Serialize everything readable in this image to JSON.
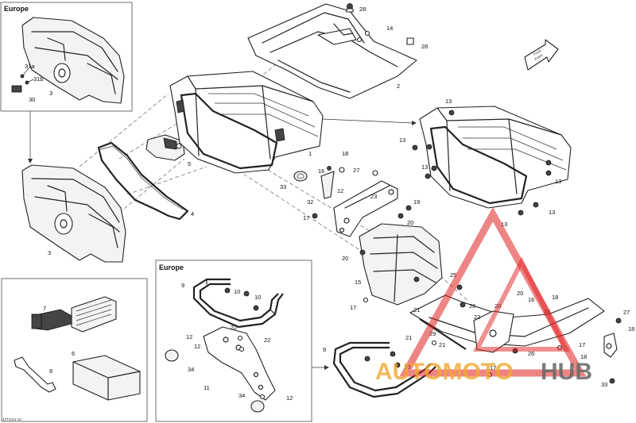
{
  "insets": {
    "top_left": {
      "header": "Europe"
    },
    "bottom_middle": {
      "header": "Europe"
    }
  },
  "direction_arrow": {
    "line1": "Front",
    "line2": "Avant"
  },
  "doc_code": "42T1011 10",
  "watermark": {
    "part_a": "AUTOMOTO",
    "part_b": "HUB"
  },
  "callouts": [
    {
      "id": "c28a",
      "text": "28"
    },
    {
      "id": "c14",
      "text": "14"
    },
    {
      "id": "c28b",
      "text": "28"
    },
    {
      "id": "c2",
      "text": "2"
    },
    {
      "id": "c31a",
      "text": "31a"
    },
    {
      "id": "c31b",
      "text": "31b"
    },
    {
      "id": "c3a",
      "text": "3"
    },
    {
      "id": "c30",
      "text": "30"
    },
    {
      "id": "c1",
      "text": "1"
    },
    {
      "id": "c5",
      "text": "5"
    },
    {
      "id": "c4",
      "text": "4"
    },
    {
      "id": "c3b",
      "text": "3"
    },
    {
      "id": "c18a",
      "text": "18"
    },
    {
      "id": "c16a",
      "text": "16"
    },
    {
      "id": "c27a",
      "text": "27"
    },
    {
      "id": "c33a",
      "text": "33"
    },
    {
      "id": "c12a",
      "text": "12"
    },
    {
      "id": "c32",
      "text": "32"
    },
    {
      "id": "c23",
      "text": "23"
    },
    {
      "id": "c19",
      "text": "19"
    },
    {
      "id": "c17a",
      "text": "17"
    },
    {
      "id": "c20a",
      "text": "20"
    },
    {
      "id": "c20b",
      "text": "20"
    },
    {
      "id": "c15",
      "text": "15"
    },
    {
      "id": "c17b",
      "text": "17"
    },
    {
      "id": "c13a",
      "text": "13"
    },
    {
      "id": "c13b",
      "text": "13"
    },
    {
      "id": "c13c",
      "text": "13"
    },
    {
      "id": "c13d",
      "text": "13"
    },
    {
      "id": "c13e",
      "text": "13"
    },
    {
      "id": "c13f",
      "text": "13"
    },
    {
      "id": "c25",
      "text": "25"
    },
    {
      "id": "c26a",
      "text": "26"
    },
    {
      "id": "c21a",
      "text": "21"
    },
    {
      "id": "c21b",
      "text": "21"
    },
    {
      "id": "c21c",
      "text": "21"
    },
    {
      "id": "c29",
      "text": "29"
    },
    {
      "id": "c22a",
      "text": "22"
    },
    {
      "id": "c20c",
      "text": "20"
    },
    {
      "id": "c20d",
      "text": "20"
    },
    {
      "id": "c16b",
      "text": "16"
    },
    {
      "id": "c18b",
      "text": "18"
    },
    {
      "id": "c24",
      "text": "24"
    },
    {
      "id": "c27b",
      "text": "27"
    },
    {
      "id": "c18c",
      "text": "18"
    },
    {
      "id": "c17c",
      "text": "17"
    },
    {
      "id": "c18d",
      "text": "18"
    },
    {
      "id": "c26b",
      "text": "26"
    },
    {
      "id": "c17d",
      "text": "17"
    },
    {
      "id": "c10a",
      "text": "10"
    },
    {
      "id": "c9a",
      "text": "9"
    },
    {
      "id": "c33b",
      "text": "33"
    },
    {
      "id": "c7",
      "text": "7"
    },
    {
      "id": "c6",
      "text": "6"
    },
    {
      "id": "c8",
      "text": "8"
    },
    {
      "id": "c9b",
      "text": "9"
    },
    {
      "id": "c10b",
      "text": "10"
    },
    {
      "id": "c10c",
      "text": "10"
    },
    {
      "id": "c22b",
      "text": "22"
    },
    {
      "id": "c22c",
      "text": "22"
    },
    {
      "id": "c12b",
      "text": "12"
    },
    {
      "id": "c12c",
      "text": "12"
    },
    {
      "id": "c34a",
      "text": "34"
    },
    {
      "id": "c11",
      "text": "11"
    },
    {
      "id": "c34b",
      "text": "34"
    },
    {
      "id": "c12d",
      "text": "12"
    }
  ]
}
